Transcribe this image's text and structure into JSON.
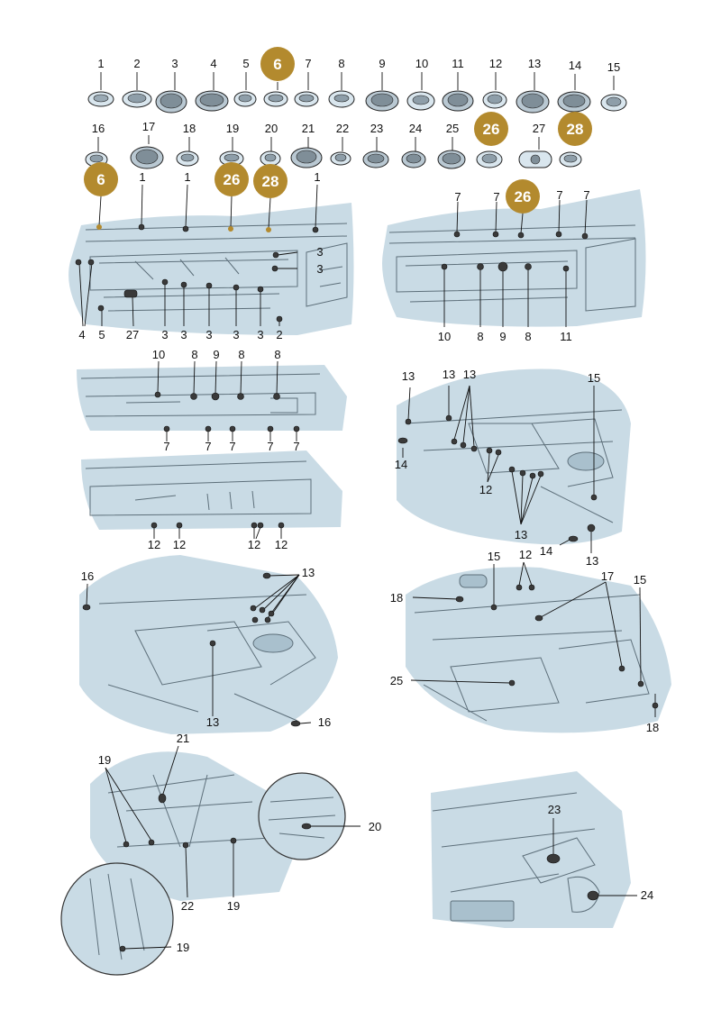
{
  "parts_row1": [
    "1",
    "2",
    "3",
    "4",
    "5",
    "6",
    "7",
    "8",
    "9",
    "10",
    "11",
    "12",
    "13",
    "14",
    "15"
  ],
  "parts_row2": [
    "16",
    "17",
    "18",
    "19",
    "20",
    "21",
    "22",
    "23",
    "24",
    "25",
    "26",
    "27",
    "28"
  ],
  "highlight_badges": [
    "6",
    "26",
    "28"
  ],
  "panel1": {
    "top": [
      "1",
      "1",
      "1"
    ],
    "right": [
      "3",
      "3"
    ],
    "bottom": [
      "4",
      "5",
      "27",
      "3",
      "3",
      "3",
      "3",
      "3",
      "2"
    ]
  },
  "panel2": {
    "top": [
      "7",
      "7",
      "7",
      "7"
    ],
    "bottom": [
      "10",
      "8",
      "9",
      "8",
      "11"
    ]
  },
  "panel3": {
    "top": [
      "10",
      "8",
      "9",
      "8",
      "8"
    ],
    "bottom": [
      "7",
      "7",
      "7",
      "7",
      "7"
    ]
  },
  "panel4": {
    "bottom": [
      "12",
      "12",
      "12",
      "12"
    ]
  },
  "panel5": {
    "labels": [
      "13",
      "13",
      "13",
      "15",
      "14",
      "12",
      "13",
      "14",
      "13"
    ]
  },
  "panel6": {
    "labels": [
      "16",
      "13",
      "13",
      "16"
    ]
  },
  "panel7": {
    "labels": [
      "15",
      "12",
      "18",
      "17",
      "15",
      "25",
      "18"
    ]
  },
  "panel8": {
    "labels": [
      "21",
      "19",
      "20",
      "22",
      "19",
      "19"
    ]
  },
  "panel9": {
    "labels": [
      "23",
      "24"
    ]
  },
  "colors": {
    "panel": "#c9dbe5",
    "badge": "#b38a2e"
  }
}
